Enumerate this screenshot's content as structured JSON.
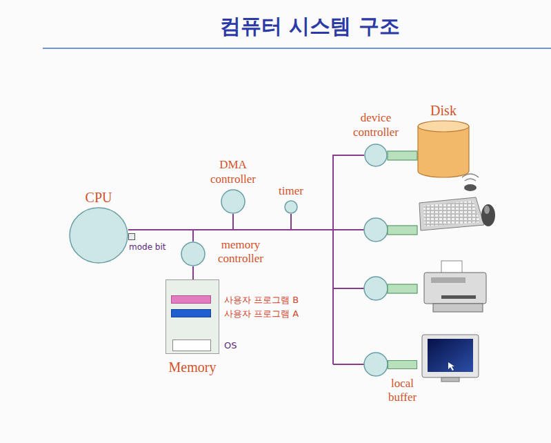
{
  "diagram": {
    "title": "컴퓨터 시스템 구조",
    "nodes": [
      {
        "text": [
          "CPU"
        ]
      },
      {
        "text": [
          "mode bit"
        ]
      },
      {
        "text": [
          "DMA controller"
        ]
      },
      {
        "text": [
          "timer"
        ]
      },
      {
        "text": [
          "memory controller"
        ]
      },
      {
        "text": [
          "Memory"
        ]
      },
      {
        "text": [
          "사용자 프로그램 B"
        ],
        "in": 5
      },
      {
        "text": [
          "사용자 프로그램 A"
        ],
        "in": 5
      },
      {
        "text": [
          "OS"
        ],
        "in": 5
      },
      {
        "text": [
          "device controller"
        ]
      },
      {
        "text": [
          "Disk"
        ]
      },
      {
        "text": [
          "local buffer"
        ]
      }
    ],
    "edges": [
      {
        "from": 0,
        "to": 2,
        "arrow": "none"
      },
      {
        "from": 0,
        "to": 3,
        "arrow": "none"
      },
      {
        "from": 0,
        "to": 4,
        "arrow": "none"
      },
      {
        "from": 4,
        "to": 5,
        "arrow": "none"
      },
      {
        "from": 0,
        "to": 9,
        "arrow": "none"
      }
    ]
  }
}
